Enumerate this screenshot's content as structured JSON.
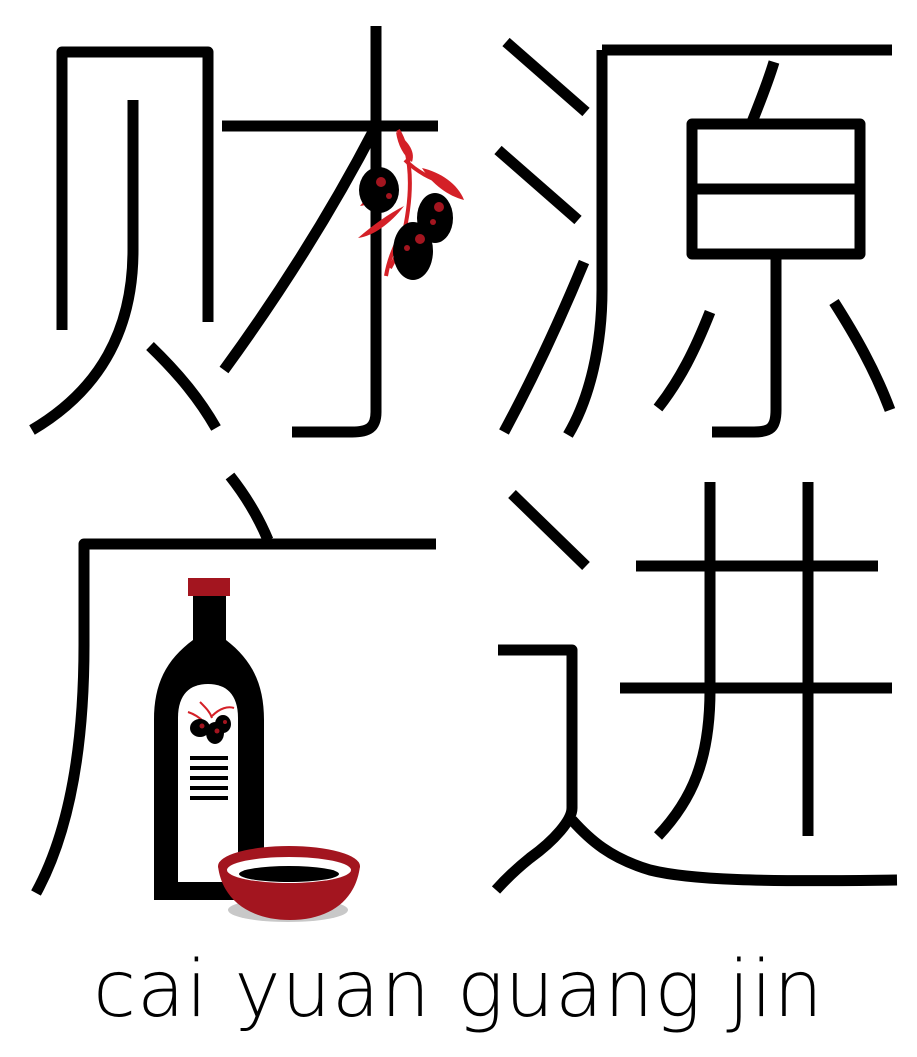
{
  "characters": [
    "财",
    "源",
    "广",
    "进"
  ],
  "caption": "cai yuan guang jin",
  "colors": {
    "background": "#ffffff",
    "ink": "#000000",
    "accent_red": "#d42027",
    "bowl_red": "#a3151f",
    "shadow_gray": "#c8c8c8"
  },
  "icons": [
    "olive-branch-icon",
    "oil-bottle-icon",
    "dipping-bowl-icon"
  ]
}
